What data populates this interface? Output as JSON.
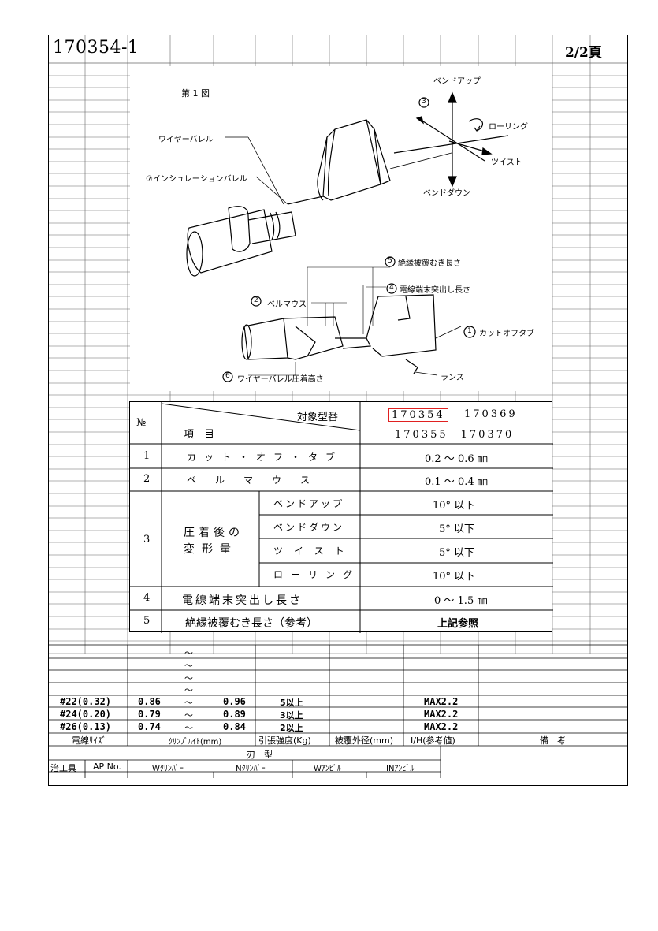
{
  "header": {
    "doc_number": "170354-1",
    "page": "2/2頁"
  },
  "figure": {
    "title": "第 1 図",
    "labels": {
      "bend_up": "ベンドアップ",
      "circle3": "3",
      "rolling": "ローリング",
      "twist": "ツイスト",
      "bend_down": "ベンドダウン",
      "wire_barrel": "ワイヤーバレル",
      "insulation_barrel": "⑦インシュレーションバレル",
      "circle5": "5",
      "strip_length": "絶縁被覆むき長さ",
      "circle4": "4",
      "wire_protrusion": "電線端末突出し長さ",
      "circle2": "2",
      "bellmouth": "ベルマウス",
      "circle1": "1",
      "cutoff_tab": "カットオフタブ",
      "lance": "ランス",
      "circle6": "6",
      "crimp_height": "ワイヤーバレル圧着高さ"
    }
  },
  "spec_table": {
    "no_header": "№",
    "item_header": "項　目",
    "target_header": "対象型番",
    "models_row1_a": "170354",
    "models_row1_b": "170369",
    "models_row2": "170355　170370",
    "rows": [
      {
        "no": "1",
        "item": "カット・オフ・タブ",
        "value": "0.2 〜 0.6 ㎜"
      },
      {
        "no": "2",
        "item": "ベルマウス",
        "value": "0.1 〜 0.4 ㎜"
      },
      {
        "no": "4",
        "item": "電線端末突出し長さ",
        "value": "0 〜 1.5 ㎜"
      },
      {
        "no": "5",
        "item": "絶縁被覆むき長さ（参考）",
        "value": "上記参照"
      }
    ],
    "deform": {
      "no": "3",
      "item_line1": "圧着後の",
      "item_line2": "変形量",
      "subrows": [
        {
          "label": "ベンドアップ",
          "value": "10° 以下"
        },
        {
          "label": "ベンドダウン",
          "value": "5° 以下"
        },
        {
          "label": "ツイスト",
          "value": "5° 以下"
        },
        {
          "label": "ローリング",
          "value": "10° 以下"
        }
      ]
    }
  },
  "crimp_table": {
    "tilde": "〜",
    "rows": [
      {
        "size": "#22(0.32)",
        "min": "0.86",
        "max": "0.96",
        "tensile": "5以上",
        "ih": "MAX2.2"
      },
      {
        "size": "#24(0.20)",
        "min": "0.79",
        "max": "0.89",
        "tensile": "3以上",
        "ih": "MAX2.2"
      },
      {
        "size": "#26(0.13)",
        "min": "0.74",
        "max": "0.84",
        "tensile": "2以上",
        "ih": "MAX2.2"
      }
    ],
    "headers": {
      "wire_size": "電線ｻｲｽﾞ",
      "crimp_height": "ｸﾘﾝﾌﾟﾊｲﾄ(mm)",
      "tensile": "引張強度(Kg)",
      "insulation_od": "被覆外径(mm)",
      "ih": "I/H(参考値)",
      "remarks": "備　考"
    }
  },
  "tooling_table": {
    "die_header": "刃　型",
    "tool": "治工具",
    "ap_no": "AP No.",
    "w_crimper": "Wｸﾘﾝﾊﾟｰ",
    "in_crimper": "I Nｸﾘﾝﾊﾟｰ",
    "w_anvil": "Wｱﾝﾋﾞﾙ",
    "in_anvil": "INｱﾝﾋﾞﾙ"
  },
  "colors": {
    "highlight_box": "#e02020",
    "grid_line": "#555555"
  }
}
